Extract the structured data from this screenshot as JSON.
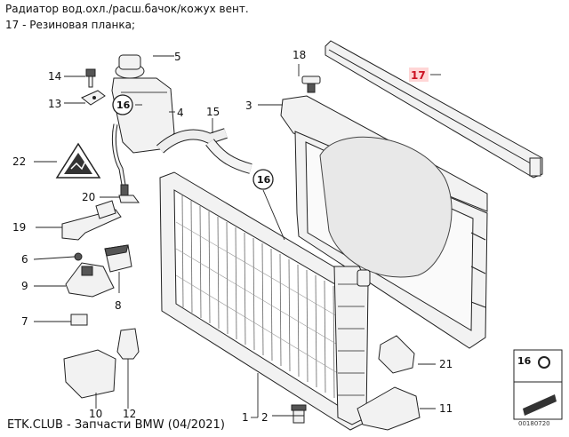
{
  "header": {
    "title": "Радиатор вод.охл./расш.бачок/кожух вент.",
    "subtitle": "17 - Резиновая планка;"
  },
  "callouts": {
    "c2": "2",
    "c3": "3",
    "c4": "4",
    "c5": "5",
    "c6": "6",
    "c7": "7",
    "c8": "8",
    "c9": "9",
    "c10": "10",
    "c11": "11",
    "c12": "12",
    "c13": "13",
    "c14": "14",
    "c15": "15",
    "c16a": "16",
    "c16b": "16",
    "c16c": "16",
    "c17": "17",
    "c18": "18",
    "c19": "19",
    "c20": "20",
    "c21": "21",
    "c22": "22"
  },
  "footer": {
    "credit": "ETK.CLUB - Запчасти BMW (04/2021)",
    "code": "00180720"
  },
  "colors": {
    "highlight": "#cc1122"
  }
}
